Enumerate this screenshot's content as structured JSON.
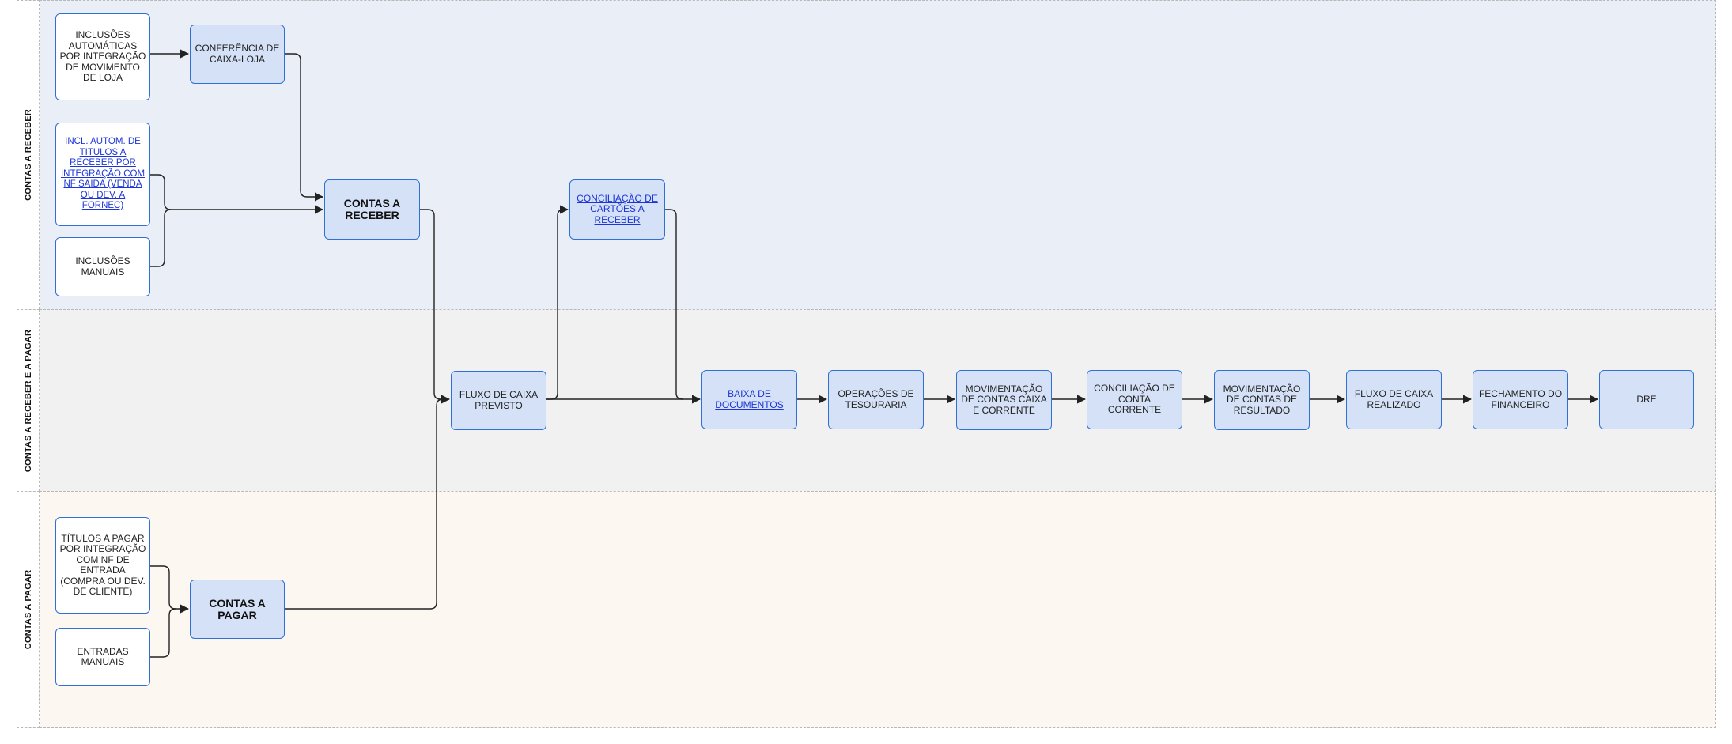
{
  "lanes": {
    "receber": "CONTAS A RECEBER",
    "ambos": "CONTAS A RECEBER E A PAGAR",
    "pagar": "CONTAS A PAGAR"
  },
  "nodes": {
    "inclusoes_automaticas": "INCLUSÕES AUTOMÁTICAS POR INTEGRAÇÃO DE MOVIMENTO DE LOJA",
    "conferencia_caixa": "CONFERÊNCIA DE CAIXA-LOJA",
    "incl_autom_titulos": "INCL. AUTOM. DE TITULOS A RECEBER POR INTEGRAÇÃO COM NF SAIDA (VENDA OU DEV. A FORNEC)",
    "inclusoes_manuais": "INCLUSÕES MANUAIS",
    "contas_a_receber": "CONTAS A RECEBER",
    "conciliacao_cartoes": "CONCILIAÇÃO DE CARTÕES A RECEBER",
    "fluxo_caixa_previsto": "FLUXO DE CAIXA PREVISTO",
    "baixa_documentos": "BAIXA DE DOCUMENTOS",
    "operacoes_tesouraria": "OPERAÇÕES DE TESOURARIA",
    "movimentacao_caixa_corrente": "MOVIMENTAÇÃO DE CONTAS CAIXA E CORRENTE",
    "conciliacao_conta_corrente": "CONCILIAÇÃO DE CONTA CORRENTE",
    "movimentacao_resultado": "MOVIMENTAÇÃO DE CONTAS DE RESULTADO",
    "fluxo_caixa_realizado": "FLUXO DE CAIXA REALIZADO",
    "fechamento_financeiro": "FECHAMENTO DO FINANCEIRO",
    "dre": "DRE",
    "titulos_a_pagar": "TÍTULOS A PAGAR POR INTEGRAÇÃO COM NF DE ENTRADA (COMPRA OU DEV. DE CLIENTE)",
    "entradas_manuais": "ENTRADAS MANUAIS",
    "contas_a_pagar": "CONTAS A PAGAR"
  },
  "colors": {
    "node_border": "#2f6fd6",
    "node_fill_blue": "#d4e1f6",
    "node_fill_white": "#ffffff",
    "link_text": "#1d35d6",
    "lane_receber_bg": "#eaeef6",
    "lane_ambos_bg": "#f1f1f1",
    "lane_pagar_bg": "#fdf7f1"
  }
}
